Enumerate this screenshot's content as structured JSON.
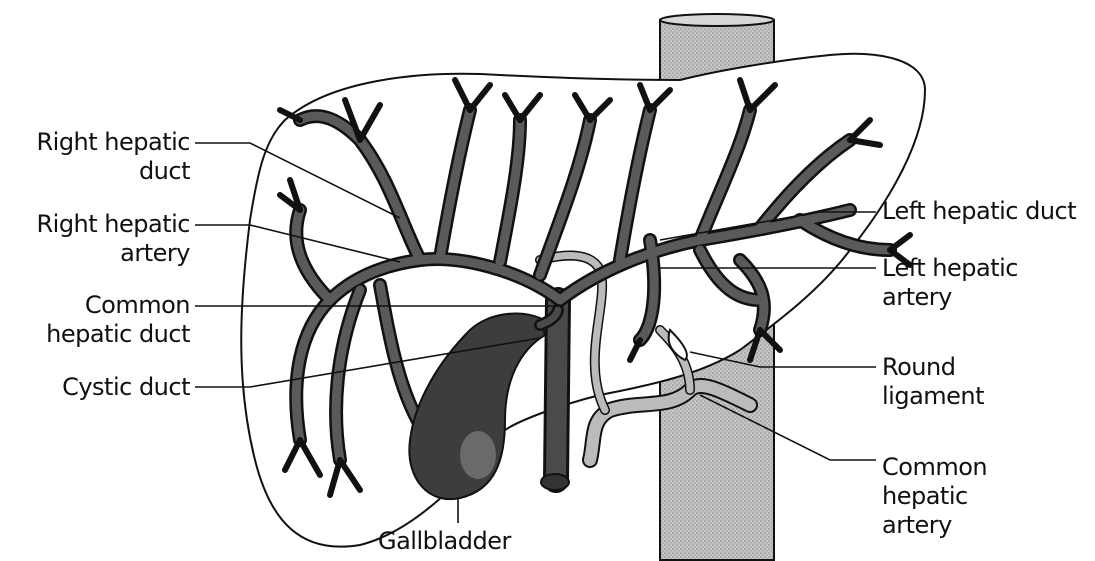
{
  "labels": {
    "right_hepatic_duct": [
      "Right hepatic",
      "duct"
    ],
    "right_hepatic_artery": [
      "Right hepatic",
      "artery"
    ],
    "common_hepatic_duct": [
      "Common",
      "hepatic duct"
    ],
    "cystic_duct": "Cystic duct",
    "gallbladder": "Gallbladder",
    "left_hepatic_duct": "Left hepatic duct",
    "left_hepatic_artery": [
      "Left hepatic",
      "artery"
    ],
    "round_ligament": [
      "Round",
      "ligament"
    ],
    "common_hepatic_artery": [
      "Common",
      "hepatic",
      "artery"
    ]
  },
  "colors": {
    "ink": "#111111",
    "duct_fill": "#3a3a3a",
    "artery_fill": "#b8b8b8",
    "vessel_fill": "#c9c9c9",
    "gallbladder_fill": "#3f3f3f"
  }
}
